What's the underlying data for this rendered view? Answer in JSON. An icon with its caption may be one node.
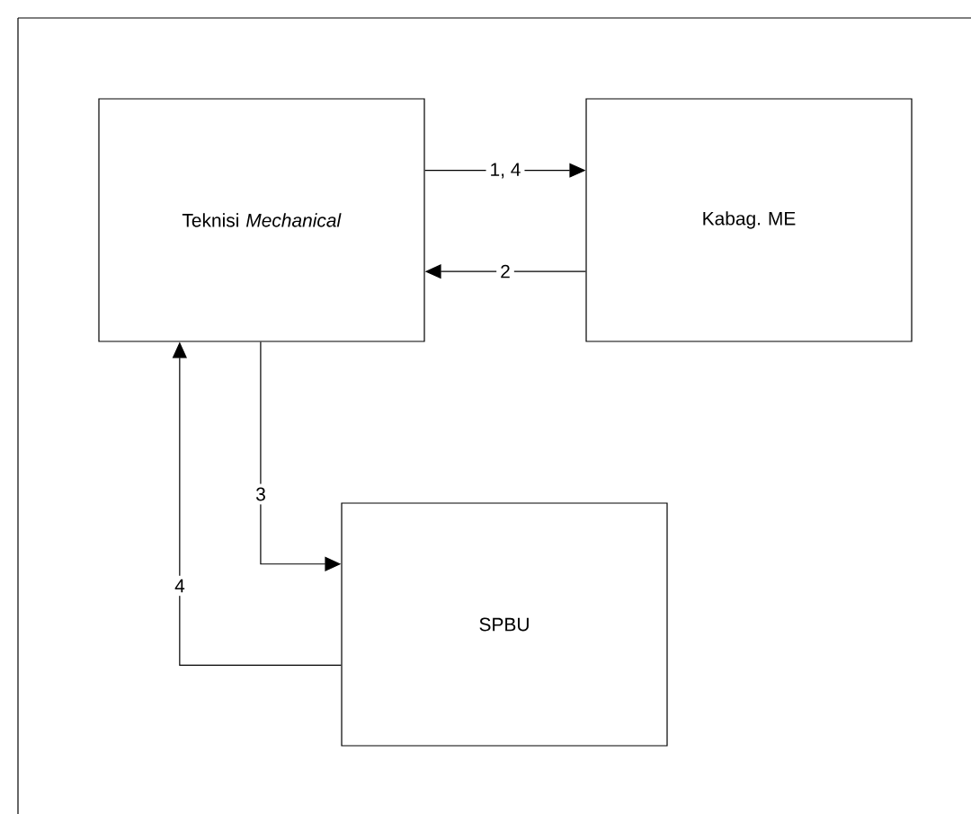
{
  "diagram": {
    "nodes": [
      {
        "text": [
          "Teknisi *Mechanical*"
        ]
      },
      {
        "text": [
          "Kabag. ME"
        ]
      },
      {
        "text": [
          "SPBU"
        ]
      }
    ],
    "edges": [
      {
        "from": 0,
        "to": 1,
        "arrow": "to",
        "label": "1, 4"
      },
      {
        "from": 1,
        "to": 0,
        "arrow": "to",
        "label": "2"
      },
      {
        "from": 0,
        "to": 2,
        "arrow": "to",
        "label": "3"
      },
      {
        "from": 2,
        "to": 0,
        "arrow": "to",
        "label": "4"
      }
    ]
  }
}
